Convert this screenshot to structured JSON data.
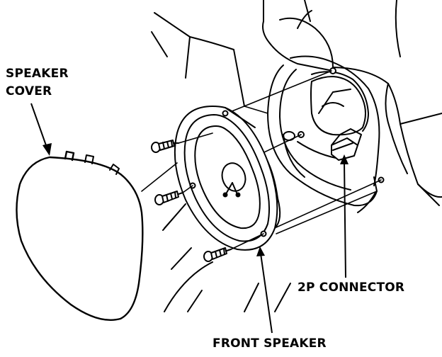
{
  "labels": {
    "speaker_cover_line1": "SPEAKER",
    "speaker_cover_line2": "COVER",
    "connector": "2P CONNECTOR",
    "front_speaker": "FRONT SPEAKER"
  },
  "colors": {
    "ink": "#000000",
    "paper": "#ffffff"
  }
}
